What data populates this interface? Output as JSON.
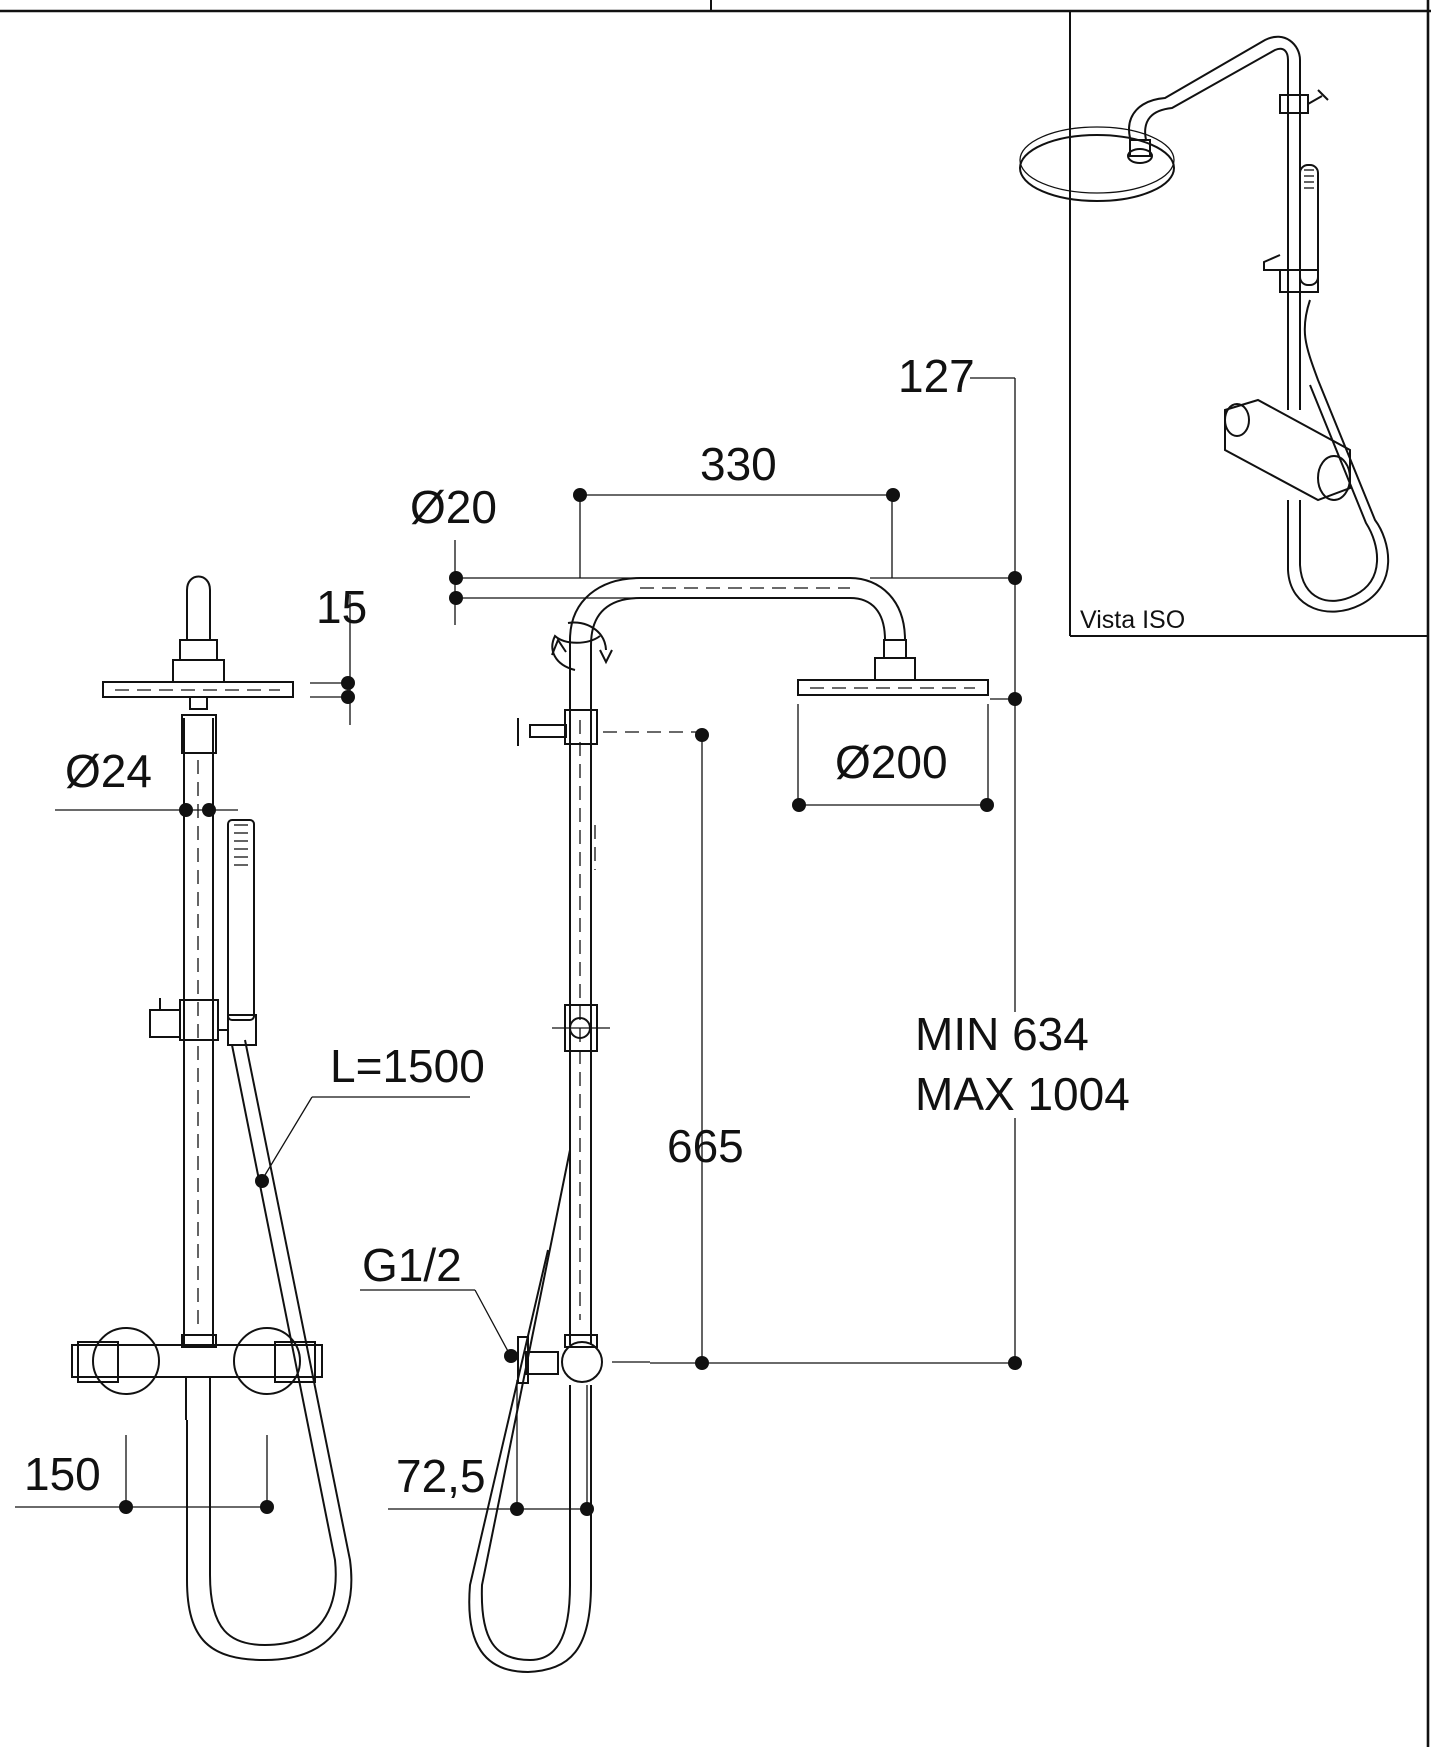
{
  "dimensions": {
    "head_rise": "127",
    "arm_length": "330",
    "arm_diameter": "Ø20",
    "head_thickness": "15",
    "rail_diameter": "Ø24",
    "head_diameter": "Ø200",
    "hose_length": "L=1500",
    "height_range_min": "MIN 634",
    "height_range_max": "MAX 1004",
    "holder_height": "665",
    "inlet_thread": "G1/2",
    "inlet_centres": "150",
    "wall_offset": "72,5"
  },
  "iso_view": {
    "caption": "Vista ISO"
  }
}
